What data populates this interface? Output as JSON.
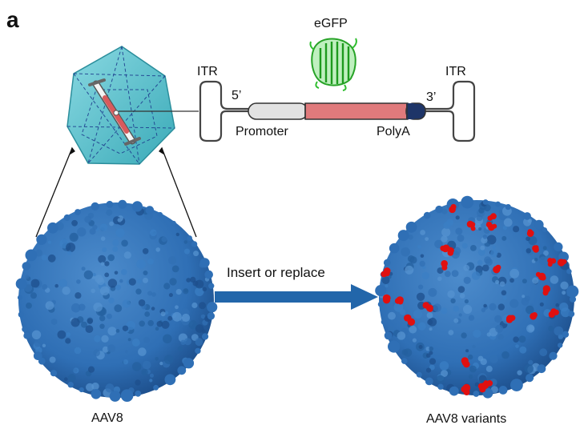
{
  "panel_label": "a",
  "construct": {
    "protein_label": "eGFP",
    "itr_left": "ITR",
    "itr_right": "ITR",
    "end_5": "5’",
    "end_3": "3’",
    "promoter_label": "Promoter",
    "polya_label": "PolyA"
  },
  "arrow_label": "Insert or replace",
  "capsid_left_label": "AAV8",
  "capsid_right_label": "AAV8 variants",
  "colors": {
    "capsid_blue": "#2f6fb5",
    "capsid_dark": "#1d4f8c",
    "capsid_light": "#4d8ccc",
    "icosahedron": "#55c2cf",
    "arrow": "#2266aa",
    "promoter_fill": "#e2e2e2",
    "gene_fill": "#e07a7c",
    "polya_fill": "#1e3568",
    "mutation_red": "#e01010",
    "egfp_green": "#2ebd2e"
  }
}
